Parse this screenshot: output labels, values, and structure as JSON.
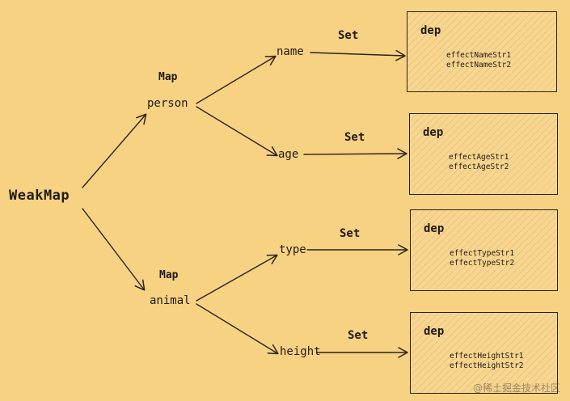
{
  "root": {
    "label": "WeakMap"
  },
  "maps": [
    {
      "type_label": "Map",
      "name": "person",
      "keys": [
        {
          "key": "name",
          "set_label": "Set",
          "dep_title": "dep",
          "effects": [
            "effectNameStr1",
            "effectNameStr2"
          ]
        },
        {
          "key": "age",
          "set_label": "Set",
          "dep_title": "dep",
          "effects": [
            "effectAgeStr1",
            "effectAgeStr2"
          ]
        }
      ]
    },
    {
      "type_label": "Map",
      "name": "animal",
      "keys": [
        {
          "key": "type",
          "set_label": "Set",
          "dep_title": "dep",
          "effects": [
            "effectTypeStr1",
            "effectTypeStr2"
          ]
        },
        {
          "key": "height",
          "set_label": "Set",
          "dep_title": "dep",
          "effects": [
            "effectHeightStr1",
            "effectHeightStr2"
          ]
        }
      ]
    }
  ],
  "watermark": "@稀土掘金技术社区"
}
